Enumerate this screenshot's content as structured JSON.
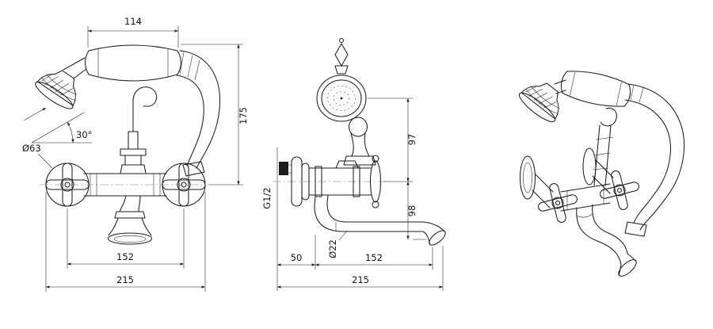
{
  "meta": {
    "background": "#ffffff",
    "line_color": "#1c1c1c"
  },
  "front_view": {
    "handle_width": "114",
    "overall_height": "175",
    "head_angle": "30°",
    "flange_diameter": "Ø63",
    "valve_centers": "152",
    "overall_width": "215"
  },
  "side_view": {
    "upper_height": "97",
    "lower_height": "98",
    "inlet_thread": "G1/2",
    "spout_diameter": "Ø22",
    "wall_offset": "50",
    "spout_reach": "152",
    "overall_depth": "215"
  }
}
